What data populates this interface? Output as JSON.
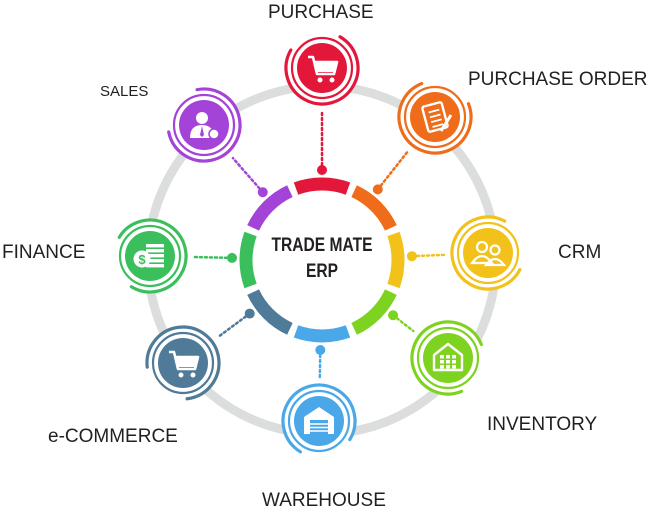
{
  "center": {
    "line1": "TRADE MATE",
    "line2": "ERP"
  },
  "modules": [
    {
      "key": "purchase",
      "label": "PURCHASE",
      "color": "#e3173a",
      "icon": "shopping-cart-icon"
    },
    {
      "key": "purchase-order",
      "label": "PURCHASE ORDER",
      "color": "#ef6c1a",
      "icon": "order-document-icon"
    },
    {
      "key": "crm",
      "label": "CRM",
      "color": "#f2c21b",
      "icon": "users-icon"
    },
    {
      "key": "inventory",
      "label": "INVENTORY",
      "color": "#7ed321",
      "icon": "warehouse-building-icon"
    },
    {
      "key": "warehouse",
      "label": "WAREHOUSE",
      "color": "#4aa8e8",
      "icon": "warehouse-icon"
    },
    {
      "key": "e-commerce",
      "label": "e-COMMERCE",
      "color": "#4f7a98",
      "icon": "cart-icon"
    },
    {
      "key": "finance",
      "label": "FINANCE",
      "color": "#3bbf5c",
      "icon": "money-stack-icon"
    },
    {
      "key": "sales",
      "label": "SALES",
      "color": "#a443d8",
      "icon": "salesperson-icon"
    }
  ]
}
